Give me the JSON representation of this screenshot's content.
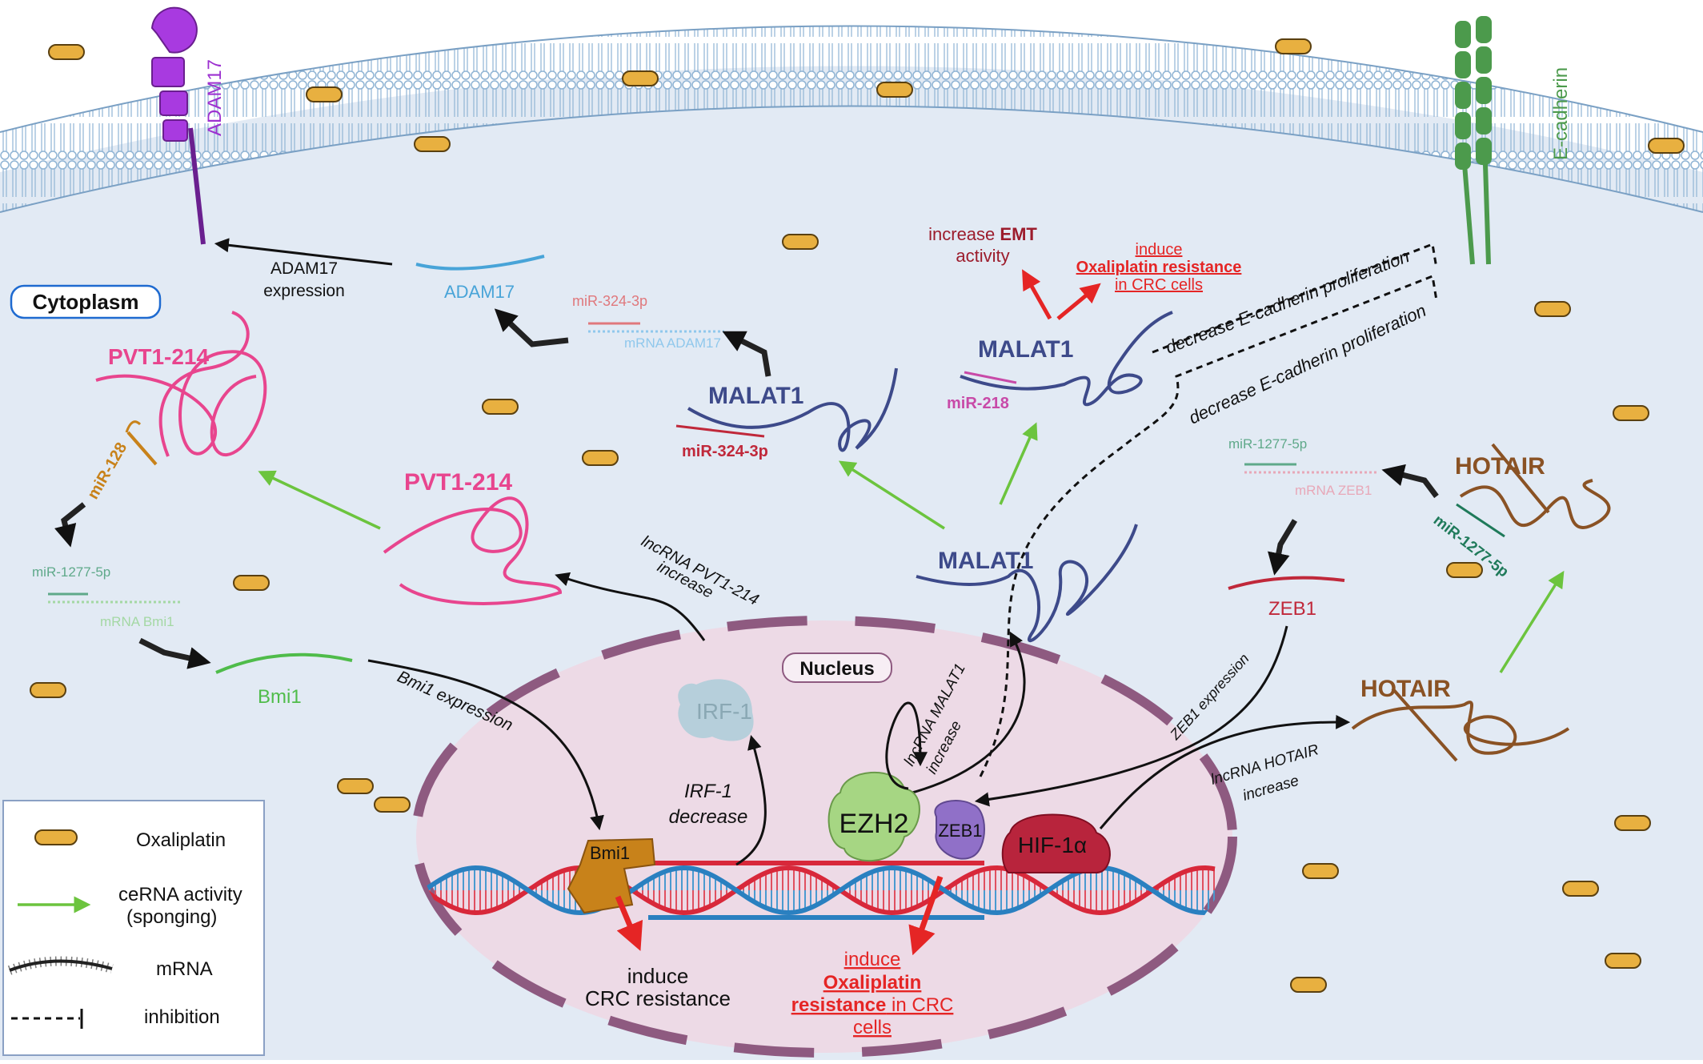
{
  "colors": {
    "pvt": "#e8458e",
    "malat": "#3d4a8a",
    "hotair": "#8a5224",
    "green": "#6cc43e",
    "red": "#e52525",
    "zeb1": "#c0283a",
    "bmi1": "#c8821a",
    "ezh2": "#a6d683",
    "hif": "#b8243c",
    "membrane": "#90b4d4",
    "cytoplasm": "#e2eaf4",
    "nucleus": "#eddae6",
    "oxali": "#e8b040",
    "ecad": "#4c9a4c",
    "adam17": "#9c30d0"
  },
  "labels": {
    "cytoplasm": "Cytoplasm",
    "nucleus": "Nucleus",
    "adam17_protein": "ADAM17",
    "ecadherin": "E-cadherin",
    "adam17_expression": [
      "ADAM17",
      "expression"
    ],
    "adam17_mrna": "ADAM17",
    "mir324_top": "miR-324-3p",
    "mrna_adam17": "mRNA ADAM17",
    "malat1_mid": "MALAT1",
    "mir324_bottom": "miR-324-3p",
    "increase_emt": [
      "increase ",
      "EMT",
      "activity"
    ],
    "induce_oxali_top": [
      "induce",
      "Oxaliplatin resistance",
      "in CRC cells"
    ],
    "malat1_upper": "MALAT1",
    "mir218": "miR-218",
    "decrease_ecad_1": "decrease E-cadherin proliferation",
    "decrease_ecad_2": "decrease E-cadherin proliferation",
    "pvt_top": "PVT1-214",
    "mir128": "miR-128",
    "pvt_mid": "PVT1-214",
    "mir1277_left": "miR-1277-5p",
    "mrna_bmi1": "mRNA Bmi1",
    "bmi1_mrna": "Bmi1",
    "bmi1_expression": "Bmi1 expression",
    "pvt_increase": [
      "lncRNA PVT1-214",
      "increase"
    ],
    "irf1": "IRF-1",
    "irf1_decrease": [
      "IRF-1",
      "decrease"
    ],
    "malat1_low": "MALAT1",
    "malat_increase": [
      "lncRNA MALAT1",
      "increase"
    ],
    "mir1277_right": "miR-1277-5p",
    "mrna_zeb1": "mRNA ZEB1",
    "hotair_upper": "HOTAIR",
    "mir1277_hotair": "miR-1277-5p",
    "zeb1_mrna": "ZEB1",
    "zeb1_expression": "ZEB1 expression",
    "hotair_low": "HOTAIR",
    "hotair_increase": [
      "lncRNA HOTAIR",
      "increase"
    ],
    "ezh2": "EZH2",
    "zeb1_protein": "ZEB1",
    "hif": "HIF-1α",
    "bmi1_protein": "Bmi1",
    "induce_crc": [
      "induce",
      "CRC resistance"
    ],
    "induce_oxali_bottom": [
      "induce",
      "Oxaliplatin",
      "resistance",
      " in CRC",
      "cells"
    ]
  },
  "legend": {
    "items": [
      "Oxaliplatin",
      "ceRNA activity",
      "(sponging)",
      "mRNA",
      "inhibition"
    ]
  }
}
